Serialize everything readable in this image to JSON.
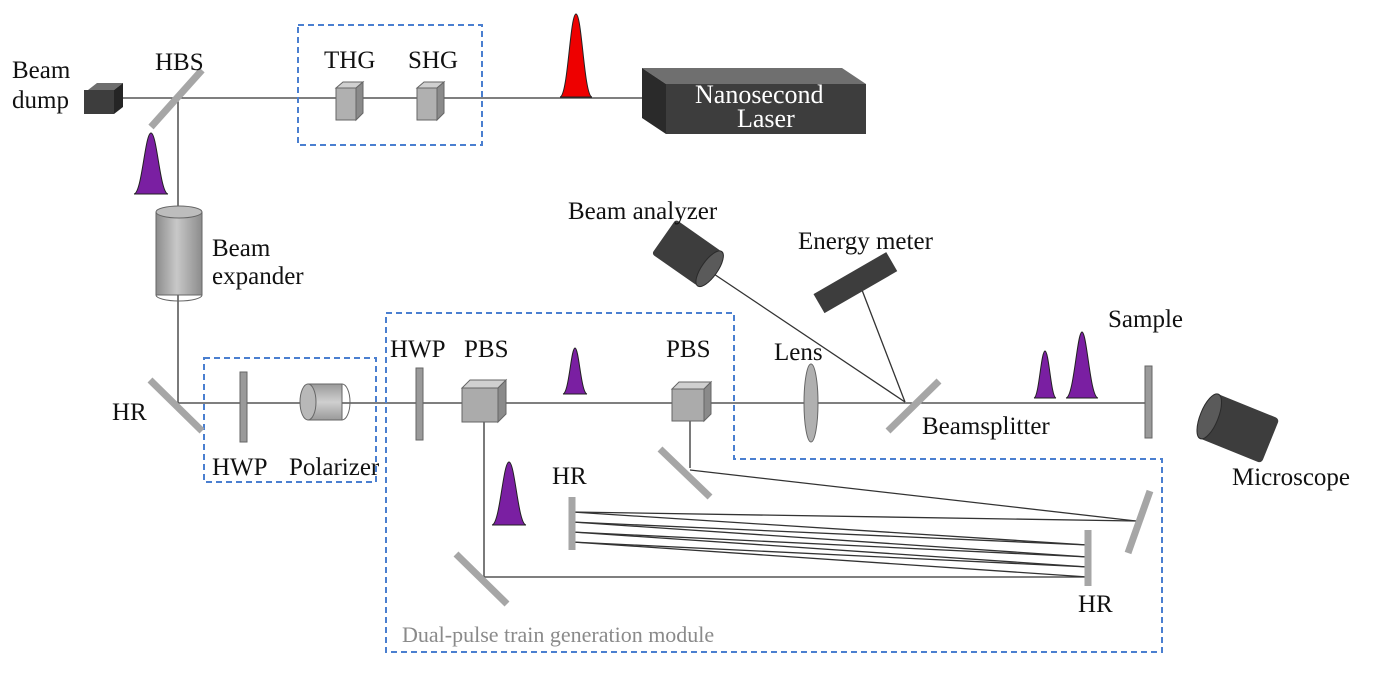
{
  "labels": {
    "beam_dump": [
      "Beam",
      "dump"
    ],
    "hbs": "HBS",
    "thg": "THG",
    "shg": "SHG",
    "laser": [
      "Nanosecond",
      "Laser"
    ],
    "beam_expander": [
      "Beam",
      "expander"
    ],
    "hr_left": "HR",
    "hwp_1": "HWP",
    "polarizer": "Polarizer",
    "hwp_2": "HWP",
    "pbs_1": "PBS",
    "pbs_2": "PBS",
    "beam_analyzer": "Beam analyzer",
    "energy_meter": "Energy meter",
    "lens": "Lens",
    "beamsplitter": "Beamsplitter",
    "sample": "Sample",
    "microscope": "Microscope",
    "hr_delay": "HR",
    "hr_bottom": "HR",
    "module": "Dual-pulse train generation module"
  },
  "colors": {
    "ir_pulse": "#ee0000",
    "uv_pulse": "#7a1fa2",
    "module_border": "#4a7fd0",
    "dark_component": "#3d3d3d",
    "light_component": "#b0b0b0"
  }
}
